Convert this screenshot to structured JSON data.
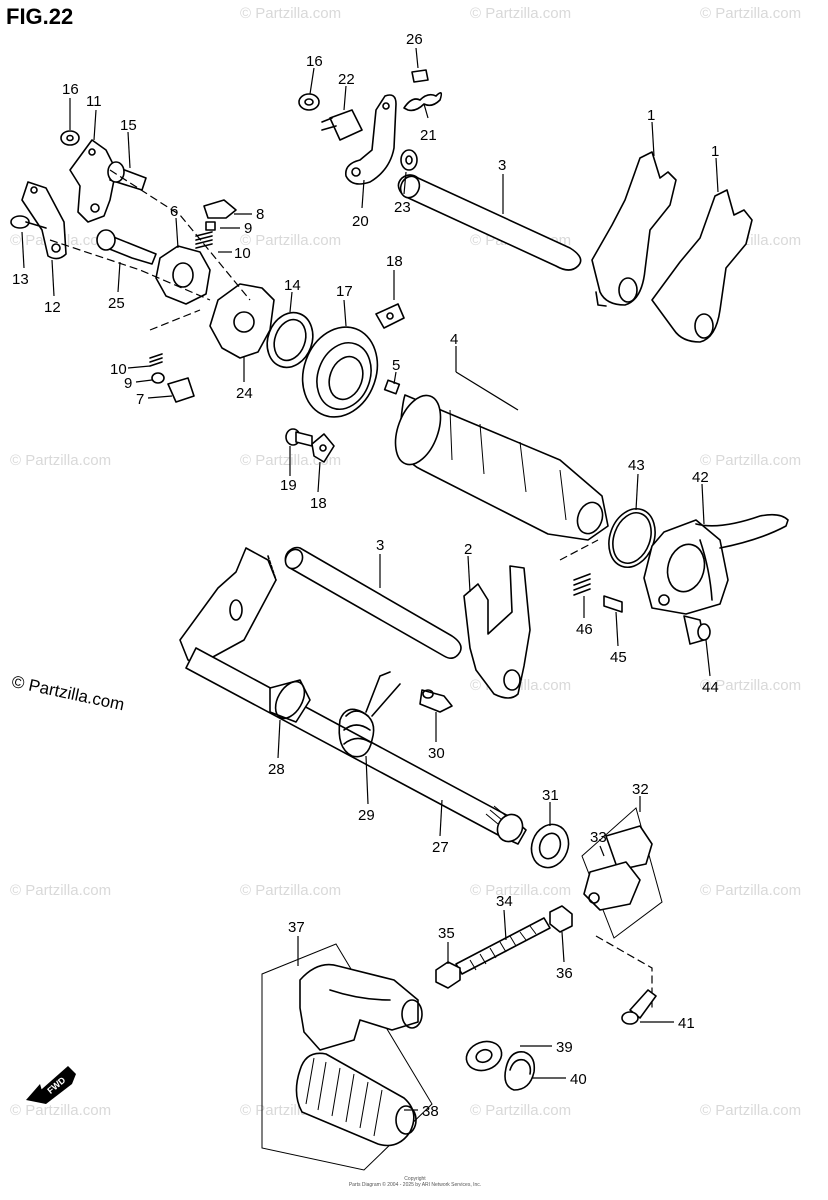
{
  "figure_title": "FIG.22",
  "copyright_notice": "© Partzilla.com",
  "watermark_text": "© Partzilla.com",
  "footer_lines": [
    "Copyright",
    "Parts Diagram © 2004 - 2025 by ARI Network Services, Inc."
  ],
  "direction_badge": "FWD",
  "colors": {
    "line": "#000000",
    "watermark": "#d9d9d9",
    "background": "#ffffff"
  },
  "callouts": [
    {
      "id": "c26",
      "label": "26"
    },
    {
      "id": "c16a",
      "label": "16"
    },
    {
      "id": "c22",
      "label": "22"
    },
    {
      "id": "c21",
      "label": "21"
    },
    {
      "id": "c20",
      "label": "20"
    },
    {
      "id": "c23",
      "label": "23"
    },
    {
      "id": "c3a",
      "label": "3"
    },
    {
      "id": "c1a",
      "label": "1"
    },
    {
      "id": "c1b",
      "label": "1"
    },
    {
      "id": "c16b",
      "label": "16"
    },
    {
      "id": "c11",
      "label": "11"
    },
    {
      "id": "c15",
      "label": "15"
    },
    {
      "id": "c13",
      "label": "13"
    },
    {
      "id": "c12",
      "label": "12"
    },
    {
      "id": "c6",
      "label": "6"
    },
    {
      "id": "c8",
      "label": "8"
    },
    {
      "id": "c9a",
      "label": "9"
    },
    {
      "id": "c10a",
      "label": "10"
    },
    {
      "id": "c25",
      "label": "25"
    },
    {
      "id": "c18a",
      "label": "18"
    },
    {
      "id": "c14",
      "label": "14"
    },
    {
      "id": "c17",
      "label": "17"
    },
    {
      "id": "c24",
      "label": "24"
    },
    {
      "id": "c10b",
      "label": "10"
    },
    {
      "id": "c9b",
      "label": "9"
    },
    {
      "id": "c7",
      "label": "7"
    },
    {
      "id": "c5",
      "label": "5"
    },
    {
      "id": "c4",
      "label": "4"
    },
    {
      "id": "c19",
      "label": "19"
    },
    {
      "id": "c18b",
      "label": "18"
    },
    {
      "id": "c43",
      "label": "43"
    },
    {
      "id": "c42",
      "label": "42"
    },
    {
      "id": "c3b",
      "label": "3"
    },
    {
      "id": "c2",
      "label": "2"
    },
    {
      "id": "c46",
      "label": "46"
    },
    {
      "id": "c45",
      "label": "45"
    },
    {
      "id": "c44",
      "label": "44"
    },
    {
      "id": "c30",
      "label": "30"
    },
    {
      "id": "c28",
      "label": "28"
    },
    {
      "id": "c29",
      "label": "29"
    },
    {
      "id": "c27",
      "label": "27"
    },
    {
      "id": "c31",
      "label": "31"
    },
    {
      "id": "c32",
      "label": "32"
    },
    {
      "id": "c33",
      "label": "33"
    },
    {
      "id": "c34",
      "label": "34"
    },
    {
      "id": "c35",
      "label": "35"
    },
    {
      "id": "c36",
      "label": "36"
    },
    {
      "id": "c37",
      "label": "37"
    },
    {
      "id": "c41",
      "label": "41"
    },
    {
      "id": "c39",
      "label": "39"
    },
    {
      "id": "c40",
      "label": "40"
    },
    {
      "id": "c38",
      "label": "38"
    }
  ]
}
